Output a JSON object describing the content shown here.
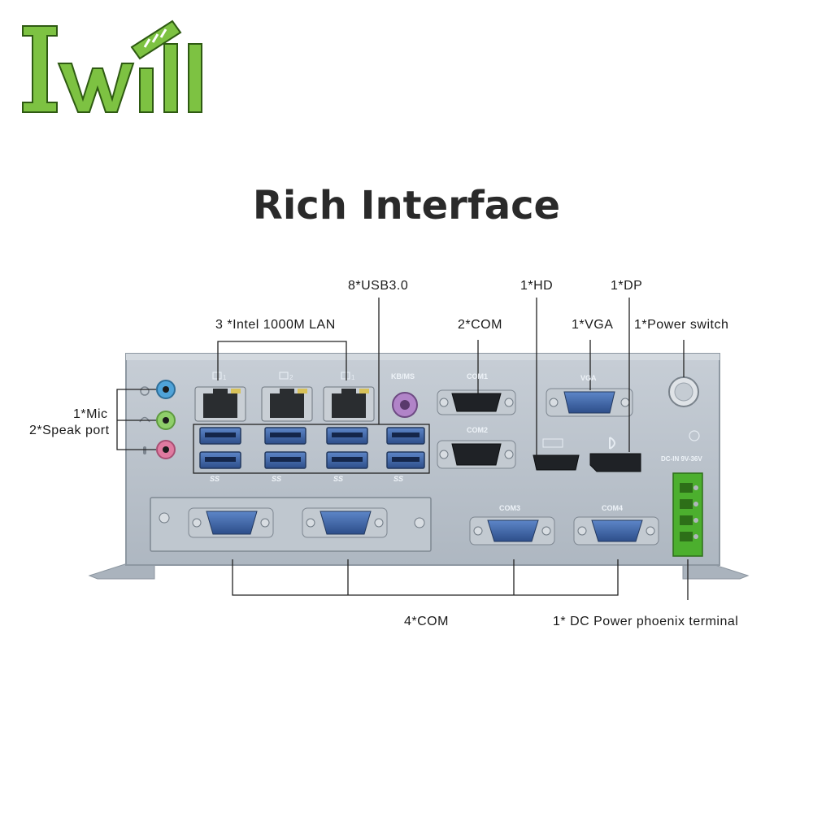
{
  "brand": {
    "logo_text": "Iwill",
    "accent_color": "#7dc242"
  },
  "title": "Rich Interface",
  "callouts": {
    "usb": "8*USB3.0",
    "hd": "1*HD",
    "dp": "1*DP",
    "lan": "3 *Intel 1000M LAN",
    "com2": "2*COM",
    "vga": "1*VGA",
    "power_switch": "1*Power switch",
    "mic": "1*Mic",
    "speak": "2*Speak port",
    "com4": "4*COM",
    "dc_power": "1* DC Power phoenix terminal"
  },
  "panel_labels": {
    "kbms": "KB/MS",
    "com1": "COM1",
    "com2": "COM2",
    "com3": "COM3",
    "com4": "COM4",
    "vga": "VGA",
    "dcin": "DC-IN 9V-36V",
    "lan_nums": [
      "1",
      "2",
      "1"
    ],
    "usb_ss": "SS"
  },
  "colors": {
    "chassis": "#b9c2cc",
    "chassis_dark": "#9aa4ae",
    "db9_blue": "#3d5f9a",
    "terminal_green": "#4caf2e",
    "jack_blue": "#4fa3d9",
    "jack_green": "#8fcf6a",
    "jack_pink": "#e07aa0"
  }
}
